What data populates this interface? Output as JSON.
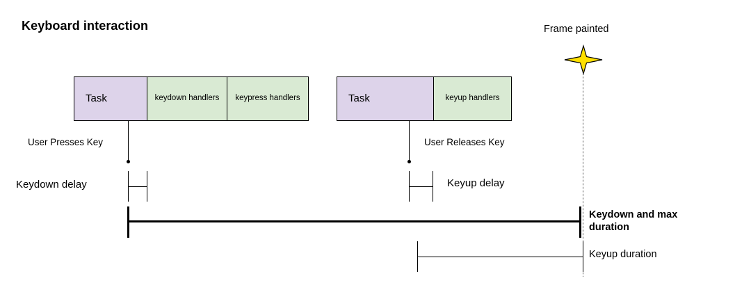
{
  "diagram": {
    "title": "Keyboard interaction",
    "colors": {
      "task_fill": "#ddd3ea",
      "handler_fill": "#d9ead3",
      "stroke": "#000000",
      "star_fill": "#ffe000",
      "dotted_guide": "#555555",
      "background": "#ffffff"
    },
    "task_groups": [
      {
        "name": "keydown-sequence",
        "cells": [
          {
            "label": "Task",
            "kind": "task"
          },
          {
            "label": "keydown handlers",
            "kind": "handler"
          },
          {
            "label": "keypress handlers",
            "kind": "handler"
          }
        ]
      },
      {
        "name": "keyup-sequence",
        "cells": [
          {
            "label": "Task",
            "kind": "task"
          },
          {
            "label": "keyup handlers",
            "kind": "handler"
          }
        ]
      }
    ],
    "annotations": {
      "frame_painted": "Frame painted",
      "user_presses_key": "User Presses Key",
      "user_releases_key": "User Releases Key",
      "keydown_delay": "Keydown delay",
      "keyup_delay": "Keyup delay",
      "keydown_and_max_duration": "Keydown and max duration",
      "keyup_duration": "Keyup duration"
    },
    "icons": {
      "star": "four-point-star-icon"
    }
  }
}
